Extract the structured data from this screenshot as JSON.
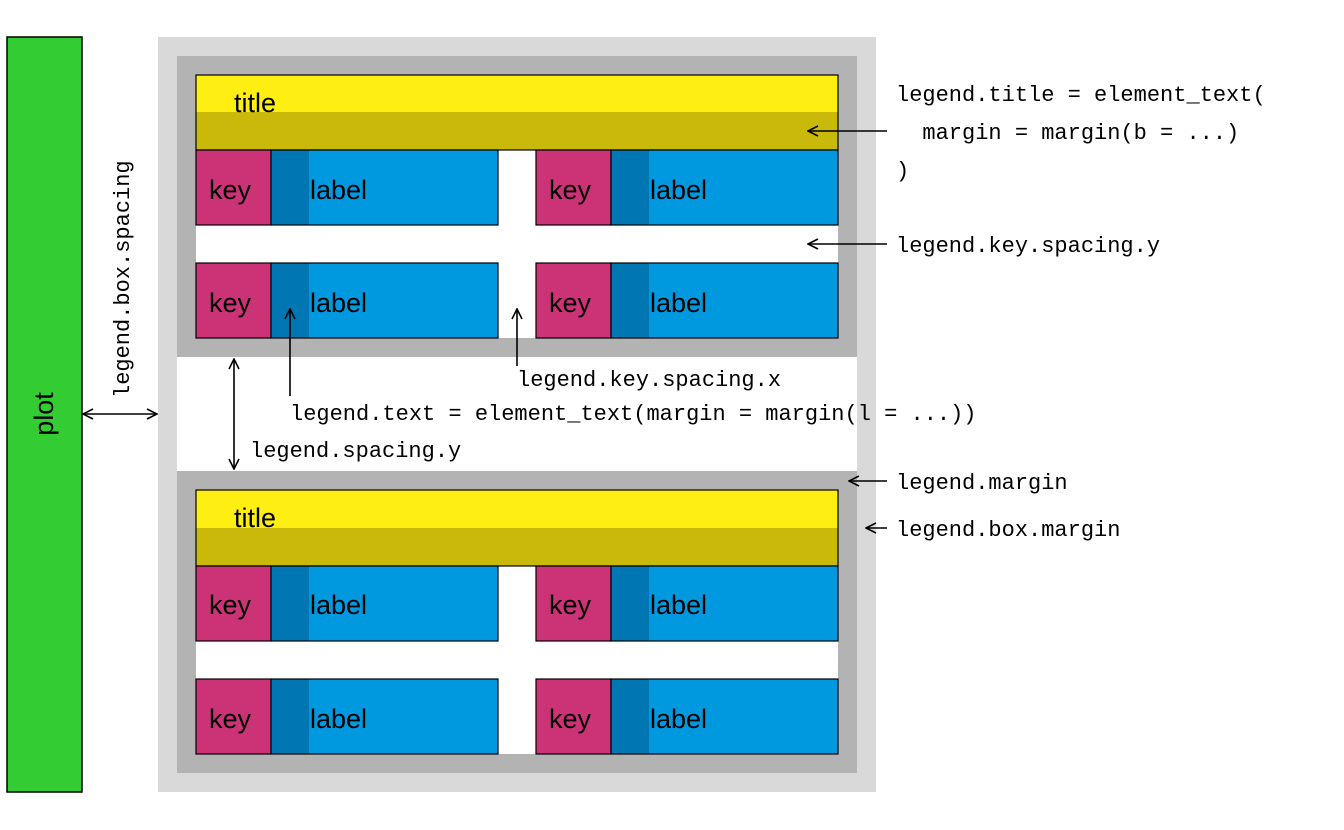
{
  "plot_label": "plot",
  "legend_blocks": [
    {
      "title": "title",
      "rows": [
        [
          {
            "key": "key",
            "label": "label"
          },
          {
            "key": "key",
            "label": "label"
          }
        ],
        [
          {
            "key": "key",
            "label": "label"
          },
          {
            "key": "key",
            "label": "label"
          }
        ]
      ]
    },
    {
      "title": "title",
      "rows": [
        [
          {
            "key": "key",
            "label": "label"
          },
          {
            "key": "key",
            "label": "label"
          }
        ],
        [
          {
            "key": "key",
            "label": "label"
          },
          {
            "key": "key",
            "label": "label"
          }
        ]
      ]
    }
  ],
  "annotations": {
    "box_spacing": "legend.box.spacing",
    "title_line1": "legend.title = element_text(",
    "title_line2": "  margin = margin(b = ...)",
    "title_line3": ")",
    "key_spacing_y": "legend.key.spacing.y",
    "key_spacing_x": "legend.key.spacing.x",
    "text_margin": "legend.text = element_text(margin = margin(l = ...))",
    "spacing_y": "legend.spacing.y",
    "margin": "legend.margin",
    "box_margin": "legend.box.margin"
  },
  "colors": {
    "plot": "#33cc33",
    "outer_box": "#d9d9d9",
    "legend_bg": "#b3b3b3",
    "title_top": "#ffee11",
    "title_bottom": "#c8b90a",
    "key": "#cc3377",
    "label_margin": "#0077b3",
    "label": "#0099e0"
  }
}
